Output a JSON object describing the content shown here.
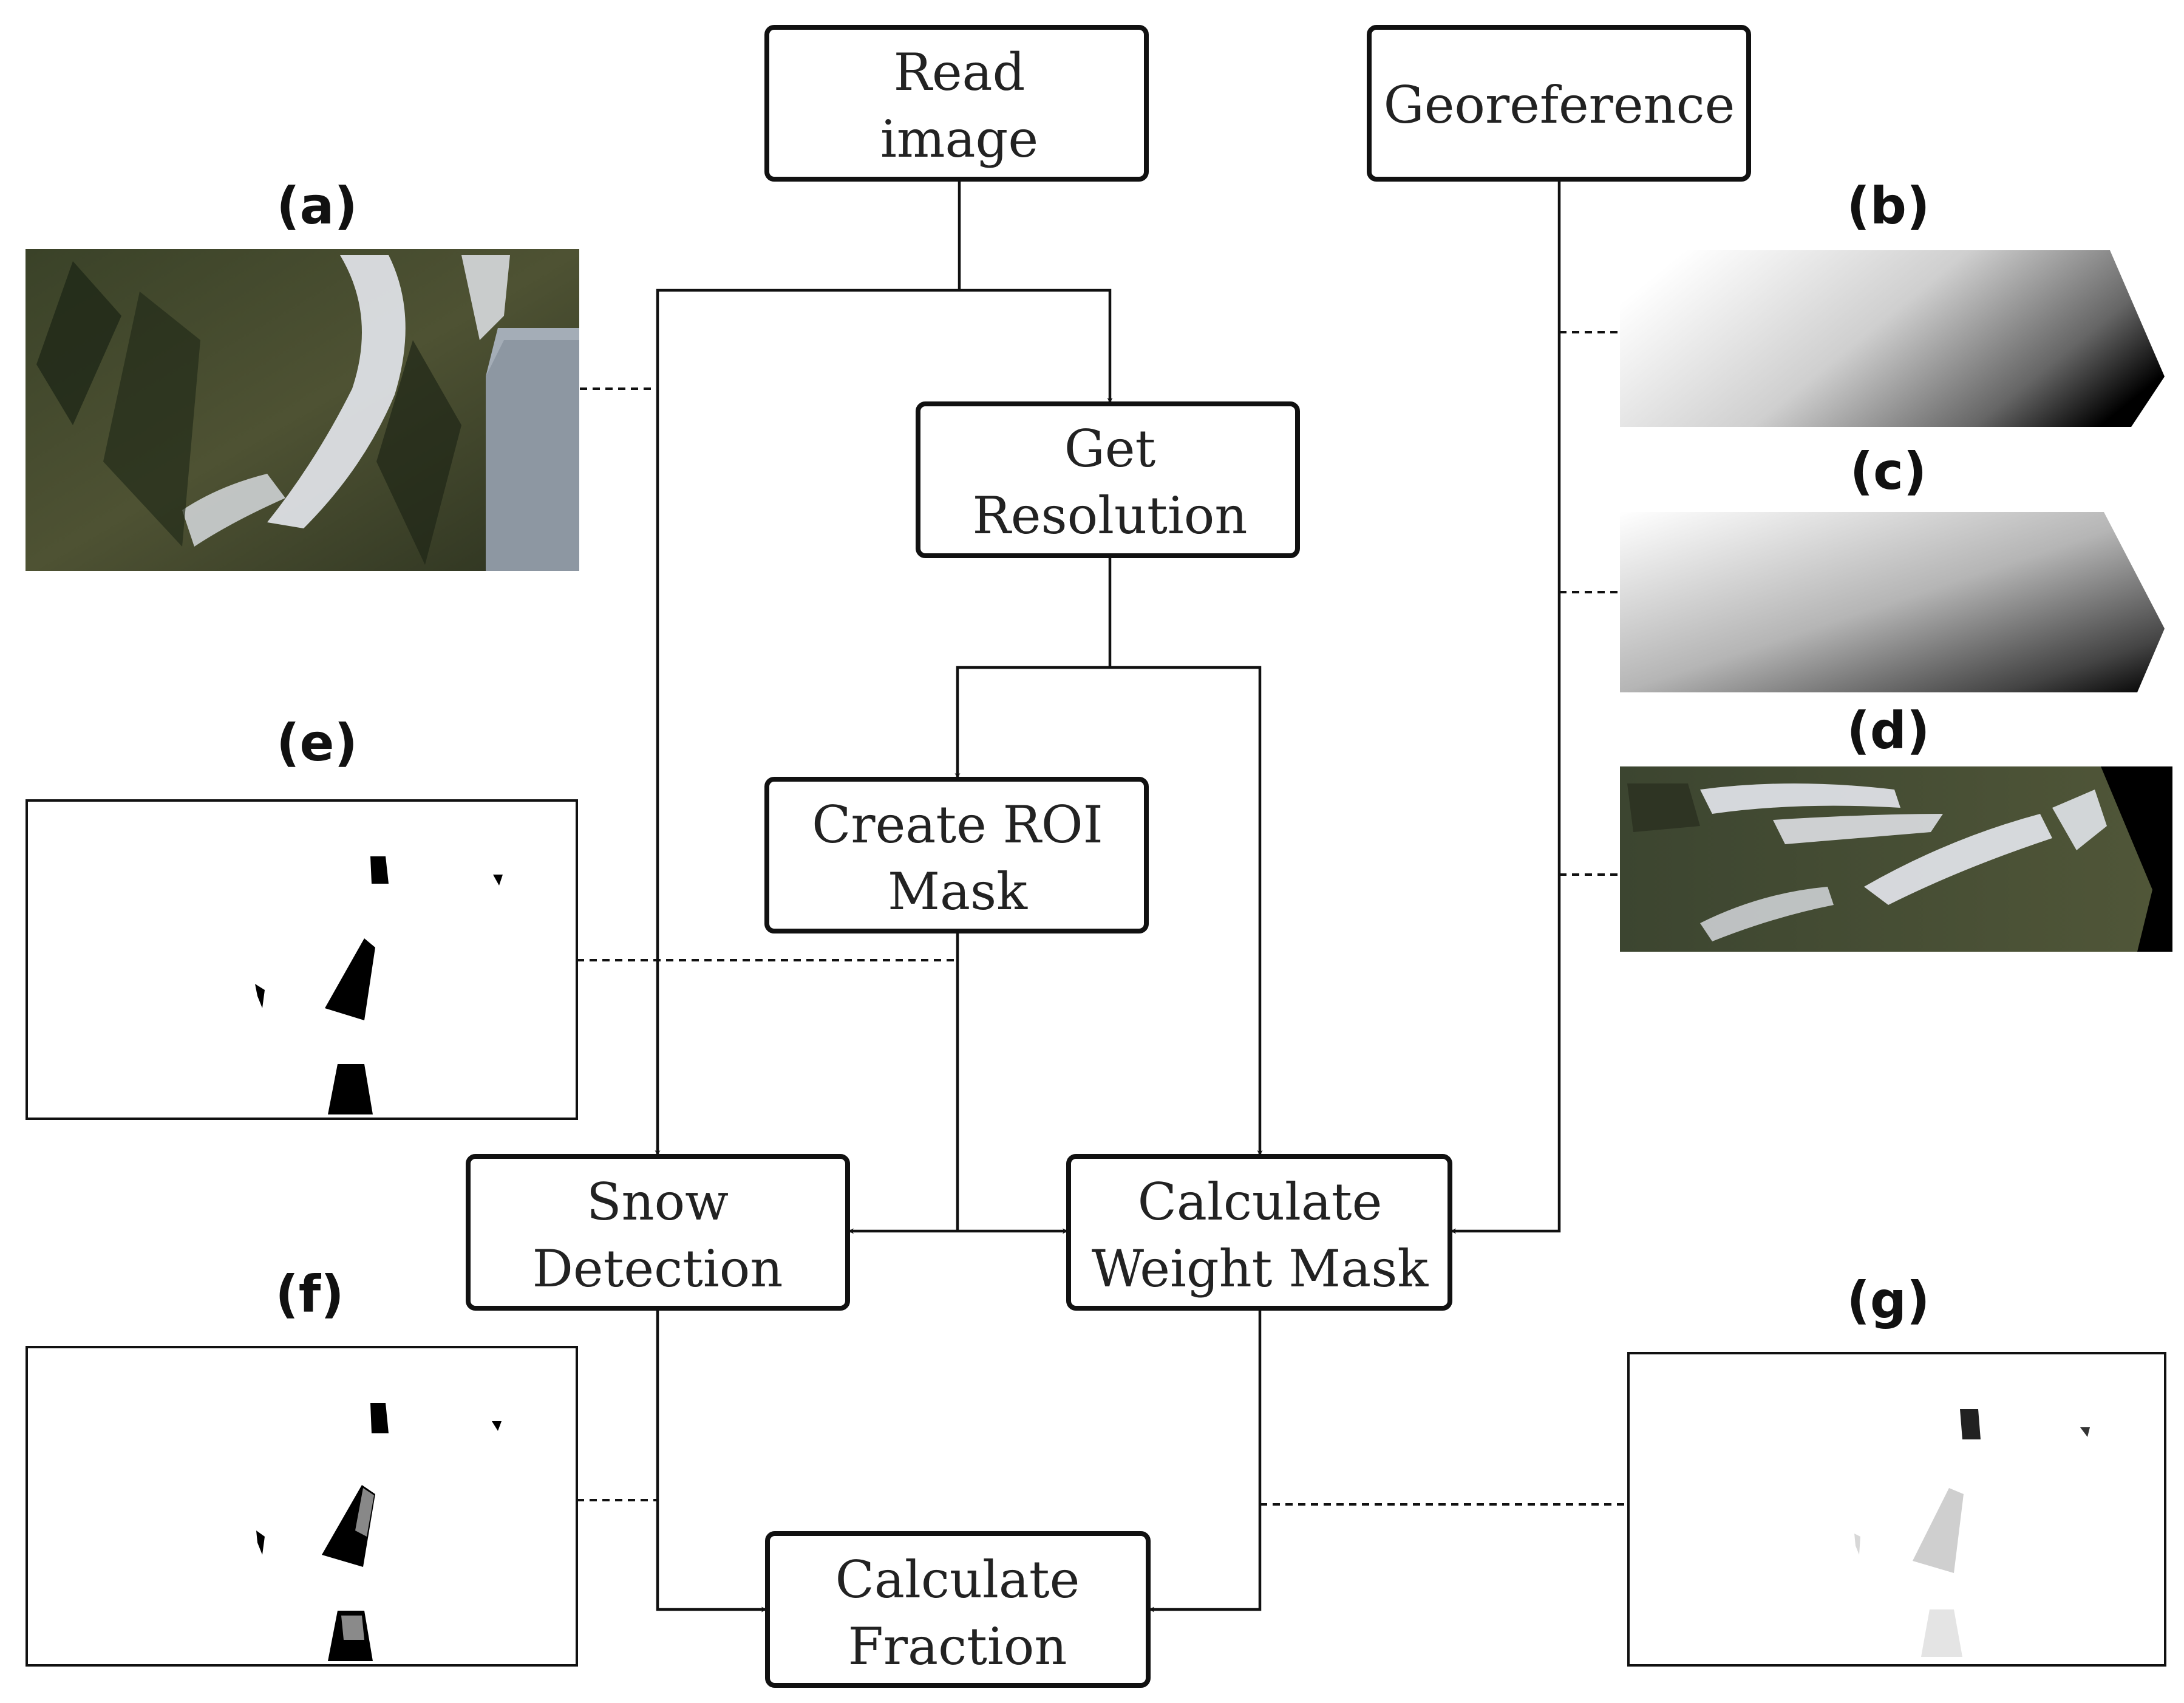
{
  "nodes": {
    "read_image": [
      "Read",
      "image"
    ],
    "georeference": [
      "Georeference"
    ],
    "get_resolution": [
      "Get",
      "Resolution"
    ],
    "create_roi_mask": [
      "Create ROI",
      "Mask"
    ],
    "snow_detection": [
      "Snow",
      "Detection"
    ],
    "calculate_weight_mask": [
      "Calculate",
      "Weight Mask"
    ],
    "calculate_fraction": [
      "Calculate",
      "Fraction"
    ]
  },
  "panels": {
    "a": "(a)",
    "b": "(b)",
    "c": "(c)",
    "d": "(d)",
    "e": "(e)",
    "f": "(f)",
    "g": "(g)"
  },
  "colors": {
    "line": "#111111",
    "forest_dark": "#2c3520",
    "forest_mid": "#4a4e30",
    "snow": "#e6e8ee",
    "building": "#8d97a2"
  }
}
